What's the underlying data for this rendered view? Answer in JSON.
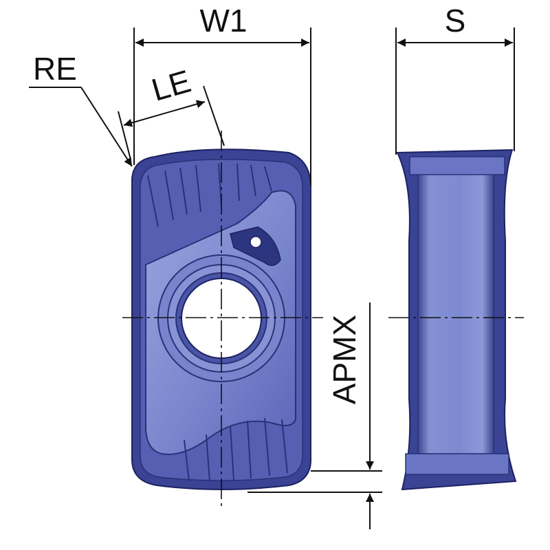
{
  "labels": {
    "w1": "W1",
    "s": "S",
    "re": "RE",
    "le": "LE",
    "apmx": "APMX"
  },
  "colors": {
    "insert_dark": "#2e3580",
    "insert_mid": "#4f5cb0",
    "insert_light": "#8c98d6",
    "insert_face": "#7b87cc",
    "line": "#111111"
  }
}
